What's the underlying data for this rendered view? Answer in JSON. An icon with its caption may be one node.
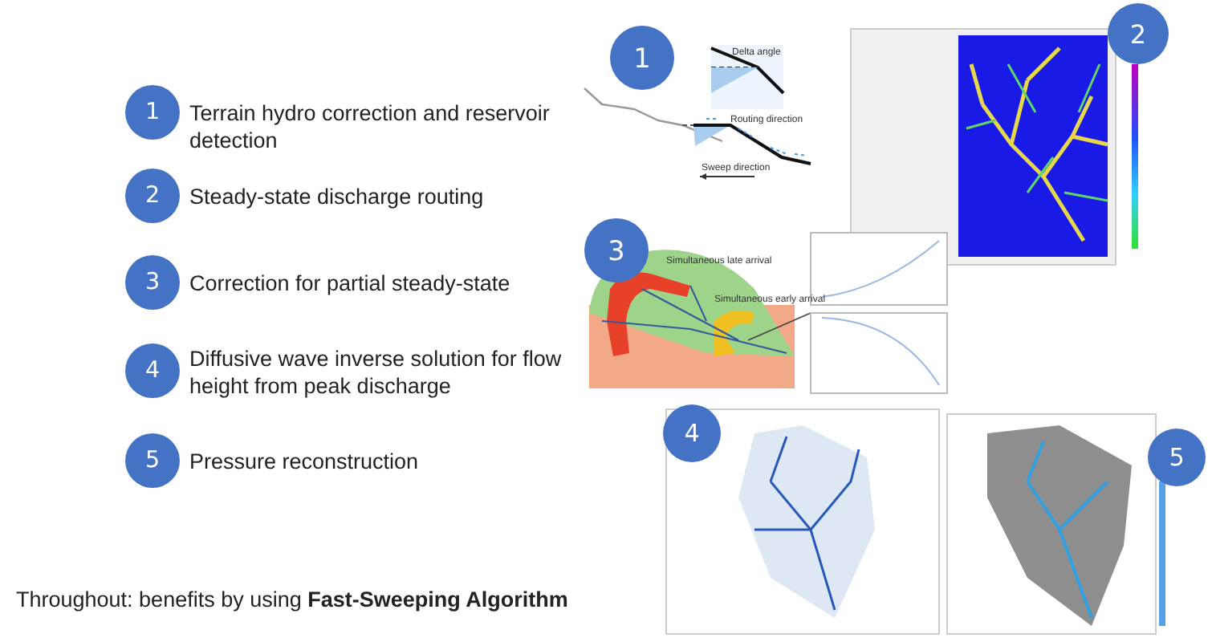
{
  "diagram": {
    "nodes": [
      {
        "text": [
          "1"
        ],
        "beside": [
          "Terrain hydro correction and reservoir detection"
        ]
      },
      {
        "text": [
          "2"
        ],
        "beside": [
          "Steady-state discharge routing"
        ]
      },
      {
        "text": [
          "3"
        ],
        "beside": [
          "Correction for partial steady-state"
        ]
      },
      {
        "text": [
          "4"
        ],
        "beside": [
          "Diffusive wave inverse solution for flow height from peak discharge"
        ]
      },
      {
        "text": [
          "5"
        ],
        "beside": [
          "Pressure reconstruction"
        ]
      },
      {
        "text": [
          "1"
        ]
      },
      {
        "text": [
          "2"
        ]
      },
      {
        "text": [
          "3"
        ]
      },
      {
        "text": [
          "4"
        ]
      },
      {
        "text": [
          "5"
        ]
      }
    ],
    "labels": [
      "Delta angle",
      "Routing direction",
      "Sweep direction",
      "Simultaneous late arrival",
      "Simultaneous early arrival",
      "Throughout: benefits by using **Fast-Sweeping Algorithm**"
    ]
  }
}
